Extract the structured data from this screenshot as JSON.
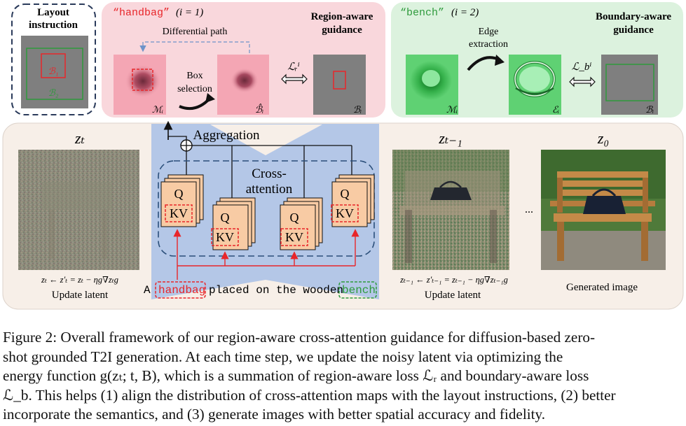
{
  "figure": {
    "layout_panel": {
      "title_line1": "Layout",
      "title_line2": "instruction",
      "box1": "ℬ₁",
      "box2": "ℬ₂"
    },
    "handbag_panel": {
      "token": "“handbag”",
      "index": "(i = 1)",
      "title_line1": "Region-aware",
      "title_line2": "guidance",
      "differential": "Differential path",
      "box_sel_line1": "Box",
      "box_sel_line2": "selection",
      "loss": "ℒᵣⁱ",
      "map_m": "ℳᵢ",
      "map_bhat": "ℬ̂ᵢ",
      "map_b": "ℬᵢ"
    },
    "bench_panel": {
      "token": "“bench”",
      "index": "(i = 2)",
      "title_line1": "Boundary-aware",
      "title_line2": "guidance",
      "edge_line1": "Edge",
      "edge_line2": "extraction",
      "loss": "ℒ_bⁱ",
      "map_m": "ℳᵢ",
      "map_e": "ℰᵢ",
      "map_b": "ℬᵢ"
    },
    "main": {
      "aggregation": "Aggregation",
      "cross_line1": "Cross-",
      "cross_line2": "attention",
      "q": "Q",
      "kv": "KV",
      "zt": "zₜ",
      "zt1": "zₜ₋₁",
      "z0": "z₀",
      "update_eq_left": "zₜ ← z′ₜ = zₜ − ηg∇zₜg",
      "update_eq_right": "zₜ₋₁ ← z′ₜ₋₁ = zₜ₋₁ − ηg∇zₜ₋₁g",
      "update_label": "Update latent",
      "ellipsis": "...",
      "generated_label": "Generated image",
      "prompt_a": "A",
      "prompt_handbag": "handbag",
      "prompt_middle": "placed on the wooden",
      "prompt_bench": "bench"
    }
  },
  "caption": {
    "lines": [
      "Figure 2: Overall framework of our region-aware cross-attention guidance for diffusion-based zero-",
      "shot grounded T2I generation.  At each time step, we update the noisy latent via optimizing the",
      "energy function g(zₜ; t, B), which is a summation of region-aware loss ℒᵣ and boundary-aware loss",
      "ℒ_b. This helps (1) align the distribution of cross-attention maps with the layout instructions, (2) better",
      "incorporate the semantics, and (3) generate images with better spatial accuracy and fidelity."
    ]
  },
  "colors": {
    "pink_panel": "#f9d7dc",
    "green_panel": "#dcf2de",
    "main_panel": "#f7efe8",
    "blue_block": "#b4c7e7",
    "qkv_fill": "#f8cba4",
    "red": "#e8262a",
    "green": "#2e9a3c"
  }
}
